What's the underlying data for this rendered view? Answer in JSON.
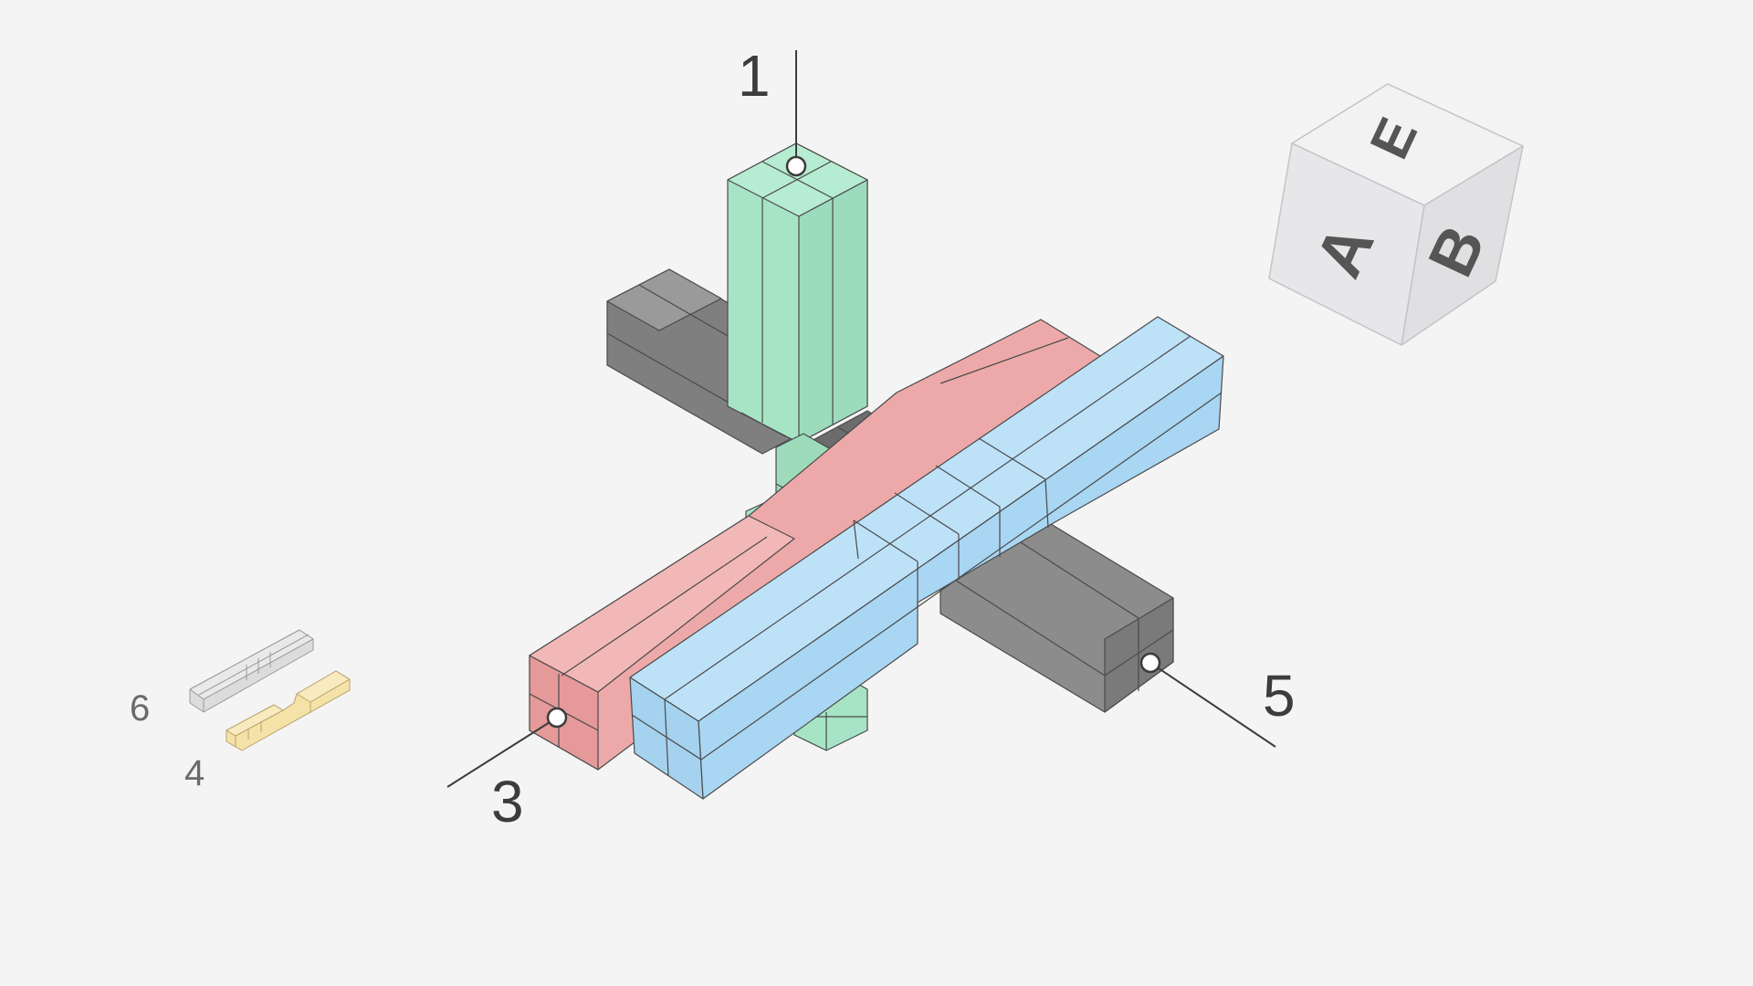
{
  "callouts": {
    "label_1": "1",
    "label_3": "3",
    "label_5": "5"
  },
  "legend": {
    "label_6": "6",
    "label_4": "4"
  },
  "view_cube": {
    "top_face": "E",
    "left_face": "A",
    "right_face": "B"
  },
  "colors": {
    "background": "#f4f4f4",
    "piece_green": "#a8e6c8",
    "piece_red": "#eeaaaa",
    "piece_blue": "#b3dcf5",
    "piece_gray": "#8c8c8c",
    "legend_gray": "#dcdcdc",
    "legend_yellow": "#f4e2a8",
    "view_cube": "#eeeeef"
  }
}
